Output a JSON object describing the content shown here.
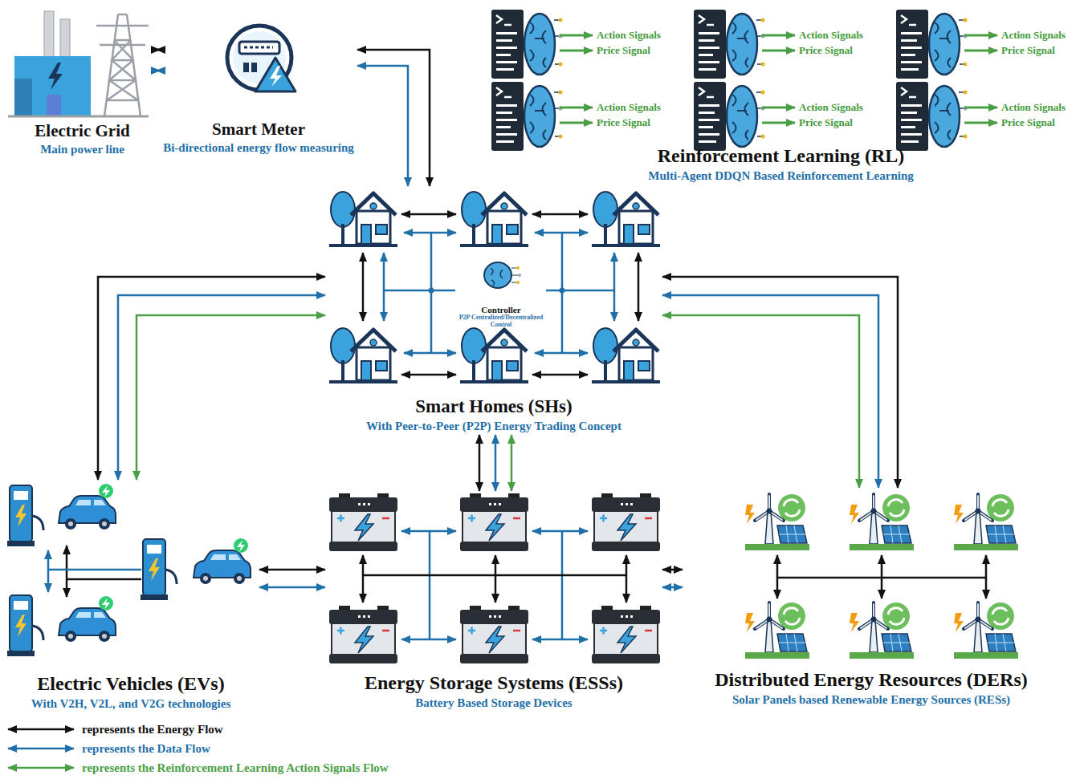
{
  "diagram": {
    "nodes": [
      {
        "text": [
          "Electric Grid",
          "Main power line"
        ]
      },
      {
        "text": [
          "Smart Meter",
          "Bi-directional energy flow measuring"
        ]
      },
      {
        "text": [
          "Reinforcement Learning (RL)",
          "Multi-Agent DDQN Based Reinforcement Learning"
        ]
      },
      {
        "text": [
          "Smart Homes (SHs)",
          "With Peer-to-Peer (P2P) Energy Trading Concept"
        ]
      },
      {
        "text": [
          "Controller",
          "P2P Centralized/Decentralized Control"
        ],
        "in": 3
      },
      {
        "text": [
          "Electric Vehicles (EVs)",
          "With V2H, V2L, and V2G technologies"
        ]
      },
      {
        "text": [
          "Energy Storage Systems (ESSs)",
          "Battery Based Storage Devices"
        ]
      },
      {
        "text": [
          "Distributed Energy Resources (DERs)",
          "Solar Panels based Renewable Energy Sources (RESs)"
        ]
      }
    ],
    "edges": [
      {
        "from": 0,
        "to": 1,
        "arrow": "both"
      },
      {
        "from": 0,
        "to": 1,
        "arrow": "both"
      },
      {
        "from": 1,
        "to": 3,
        "arrow": "both"
      },
      {
        "from": 1,
        "to": 3,
        "arrow": "both"
      },
      {
        "from": 3,
        "to": 5,
        "arrow": "both"
      },
      {
        "from": 3,
        "to": 5,
        "arrow": "both"
      },
      {
        "from": 3,
        "to": 5,
        "arrow": "both"
      },
      {
        "from": 3,
        "to": 6,
        "arrow": "both"
      },
      {
        "from": 3,
        "to": 6,
        "arrow": "both"
      },
      {
        "from": 3,
        "to": 6,
        "arrow": "both"
      },
      {
        "from": 3,
        "to": 7,
        "arrow": "both"
      },
      {
        "from": 3,
        "to": 7,
        "arrow": "both"
      },
      {
        "from": 3,
        "to": 7,
        "arrow": "both"
      },
      {
        "from": 5,
        "to": 6,
        "arrow": "both"
      },
      {
        "from": 5,
        "to": 6,
        "arrow": "both"
      },
      {
        "from": 6,
        "to": 7,
        "arrow": "both"
      },
      {
        "from": 6,
        "to": 7,
        "arrow": "both"
      }
    ],
    "labels": [
      "Action Signals",
      "Price Signal",
      "Action Signals",
      "Price Signal",
      "Action Signals",
      "Price Signal",
      "Action Signals",
      "Price Signal",
      "Action Signals",
      "Price Signal",
      "Action Signals",
      "Price Signal"
    ],
    "legend": [
      {
        "text": "represents the Energy Flow"
      },
      {
        "text": "represents the Data Flow"
      },
      {
        "text": "represents the Reinforcement Learning Action Signals Flow"
      }
    ]
  }
}
